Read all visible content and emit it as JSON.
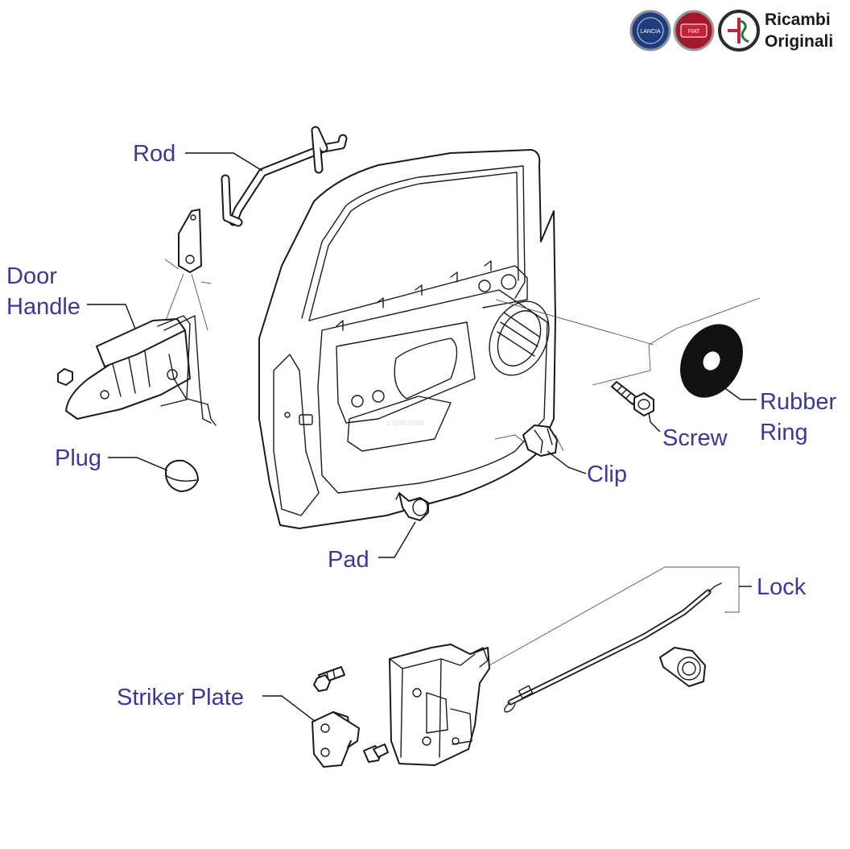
{
  "brand": {
    "title_line1": "Ricambi",
    "title_line2": "Originali",
    "logos": [
      {
        "name": "lancia-logo",
        "text": "LANCIA",
        "color": "#1f3d7a"
      },
      {
        "name": "fiat-logo",
        "text": "FIAT",
        "color": "#a3192b"
      },
      {
        "name": "alfa-romeo-logo",
        "text": "",
        "color": "#2b2b2b"
      }
    ]
  },
  "watermark": "s.rpm.com",
  "labels": {
    "rod": "Rod",
    "door_handle_1": "Door",
    "door_handle_2": "Handle",
    "plug": "Plug",
    "pad": "Pad",
    "clip": "Clip",
    "screw": "Screw",
    "rubber_ring_1": "Rubber",
    "rubber_ring_2": "Ring",
    "lock": "Lock",
    "striker_plate": "Striker Plate"
  }
}
